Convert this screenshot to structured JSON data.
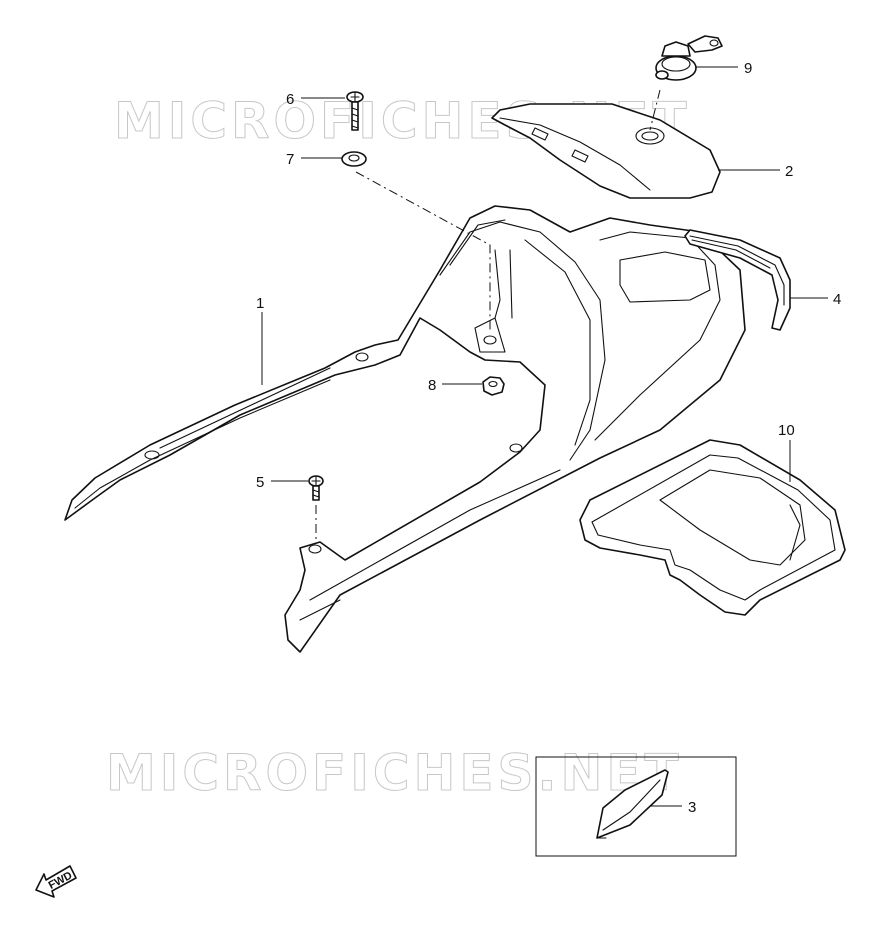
{
  "watermark": {
    "text": "MICROFICHES.NET",
    "color": "#c8c8c8"
  },
  "callouts": {
    "c1": "1",
    "c2": "2",
    "c3": "3",
    "c4": "4",
    "c5": "5",
    "c6": "6",
    "c7": "7",
    "c8": "8",
    "c9": "9",
    "c10": "10"
  },
  "fwd": {
    "label": "FWD",
    "icon": "forward-arrow-icon"
  },
  "colors": {
    "line": "#111111",
    "background": "#ffffff"
  }
}
